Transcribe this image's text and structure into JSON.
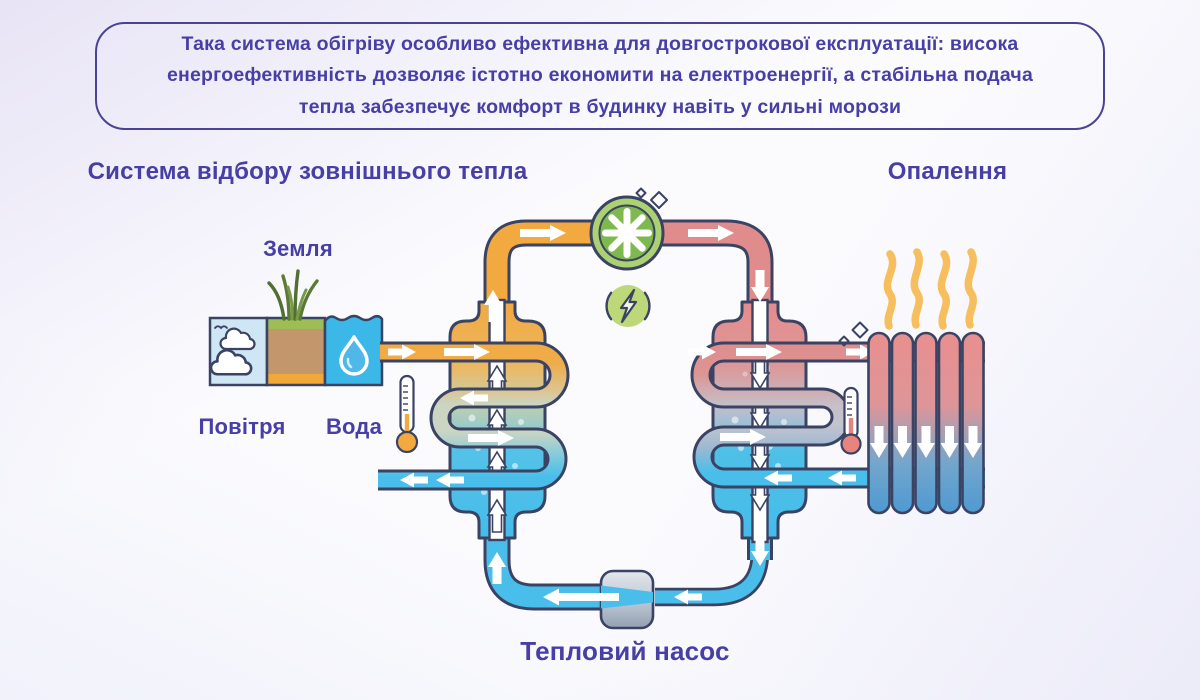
{
  "callout": {
    "text": "Така система обігріву особливо ефективна для довгострокової експлуатації: висока енергоефективність дозволяє істотно економити на електроенергії, а стабільна подача тепла забезпечує комфорт в будинку навіть у сильні морози"
  },
  "labels": {
    "source_system": "Система відбору зовнішнього тепла",
    "heating": "Опалення",
    "ground": "Земля",
    "air": "Повітря",
    "water": "Вода",
    "heat_pump": "Тепловий насос"
  },
  "icons": {
    "cloud-icon": "clouds in air source box",
    "bird-icon": "bird strokes in air source box",
    "grass-icon": "grass tuft on ground source box",
    "water-drop-icon": "water drop in water source box",
    "thermometer-cold-icon": "thermometer with orange bulb near evaporator",
    "thermometer-hot-icon": "thermometer with red bulb near radiator",
    "compressor-fan-icon": "green circle with white fan (compressor)",
    "energy-lightning-icon": "green circle with lightning bolt (electric energy)",
    "sparkles-icon": "diamond sparkles",
    "heat-waves-icon": "orange rising heat waves",
    "radiator-icon": "five-column heating radiator",
    "expansion-valve-icon": "grey expansion valve on cold line",
    "flow-arrow-icon": "white directional flow arrows"
  },
  "colors": {
    "background": "#FBFBFE",
    "background_tint": "#DBD4F0",
    "text_primary": "#473FA5",
    "callout_border": "#4A4394",
    "outline_navy": "#3A4363",
    "pipe_hot_orange": "#F2A93F",
    "pipe_warm_pink": "#E08C8C",
    "pipe_cold_blue": "#49BEEA",
    "pipe_neutral_pale": "#CBD5C2",
    "pipe_neutral_gray": "#C3C4CE",
    "compressor_green": "#7EB94E",
    "compressor_ring": "#ACD172",
    "energy_green": "#BCD878",
    "heat_wave_orange": "#F6BE5C",
    "valve_gray": "#B0BAC8",
    "soil_brown": "#C1976B",
    "grass_strip_green": "#9DBE54",
    "soil_strip_orange": "#F0A838",
    "water_blue": "#3BB7E8",
    "air_box_blue": "#CFE6F4",
    "radiator_top": "#E88F8F",
    "radiator_bottom": "#4E9AD2"
  }
}
